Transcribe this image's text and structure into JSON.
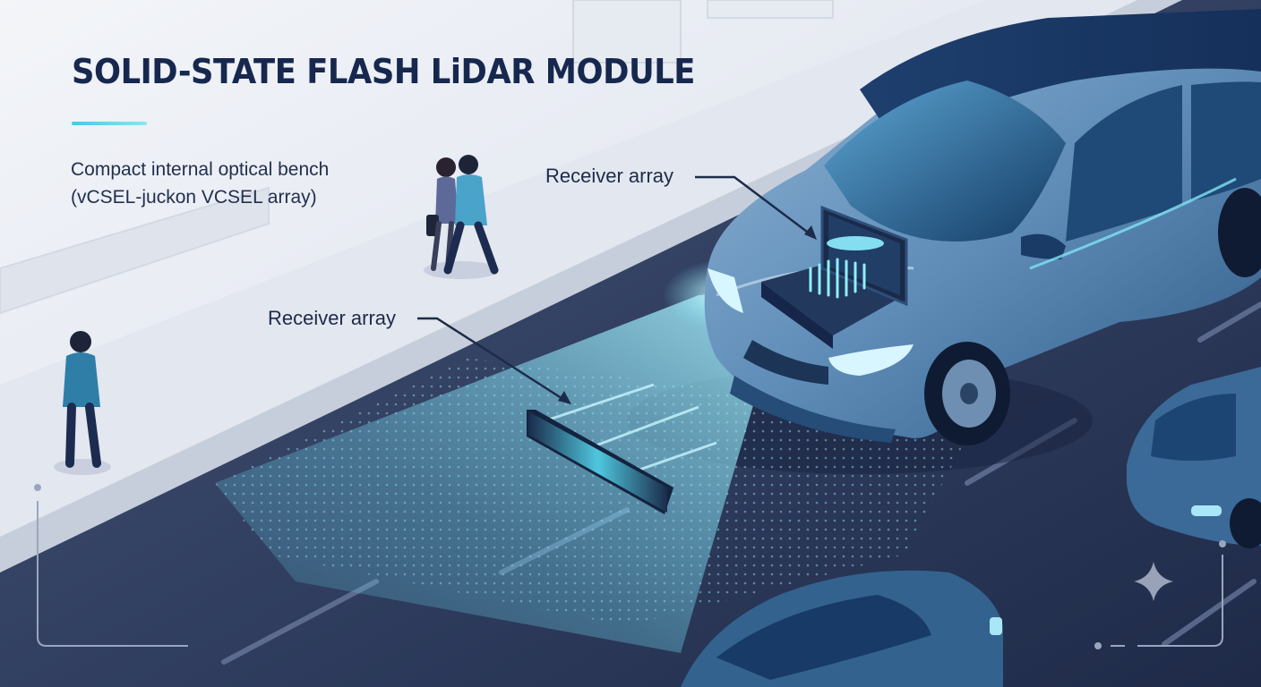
{
  "title": "SOLID-STATE FLASH LiDAR MODULE",
  "subtitle": {
    "line1": "Compact internal optical bench",
    "line2": "(vCSEL-juckon VCSEL array)"
  },
  "callouts": {
    "receiver_top": "Receiver array",
    "receiver_mid": "Receiver array"
  },
  "colors": {
    "title": "#17284f",
    "accent": "#49c9e6",
    "road": "#2c3a5c",
    "car_body": "#3f6e9a",
    "beam": "#7fe3f4"
  }
}
